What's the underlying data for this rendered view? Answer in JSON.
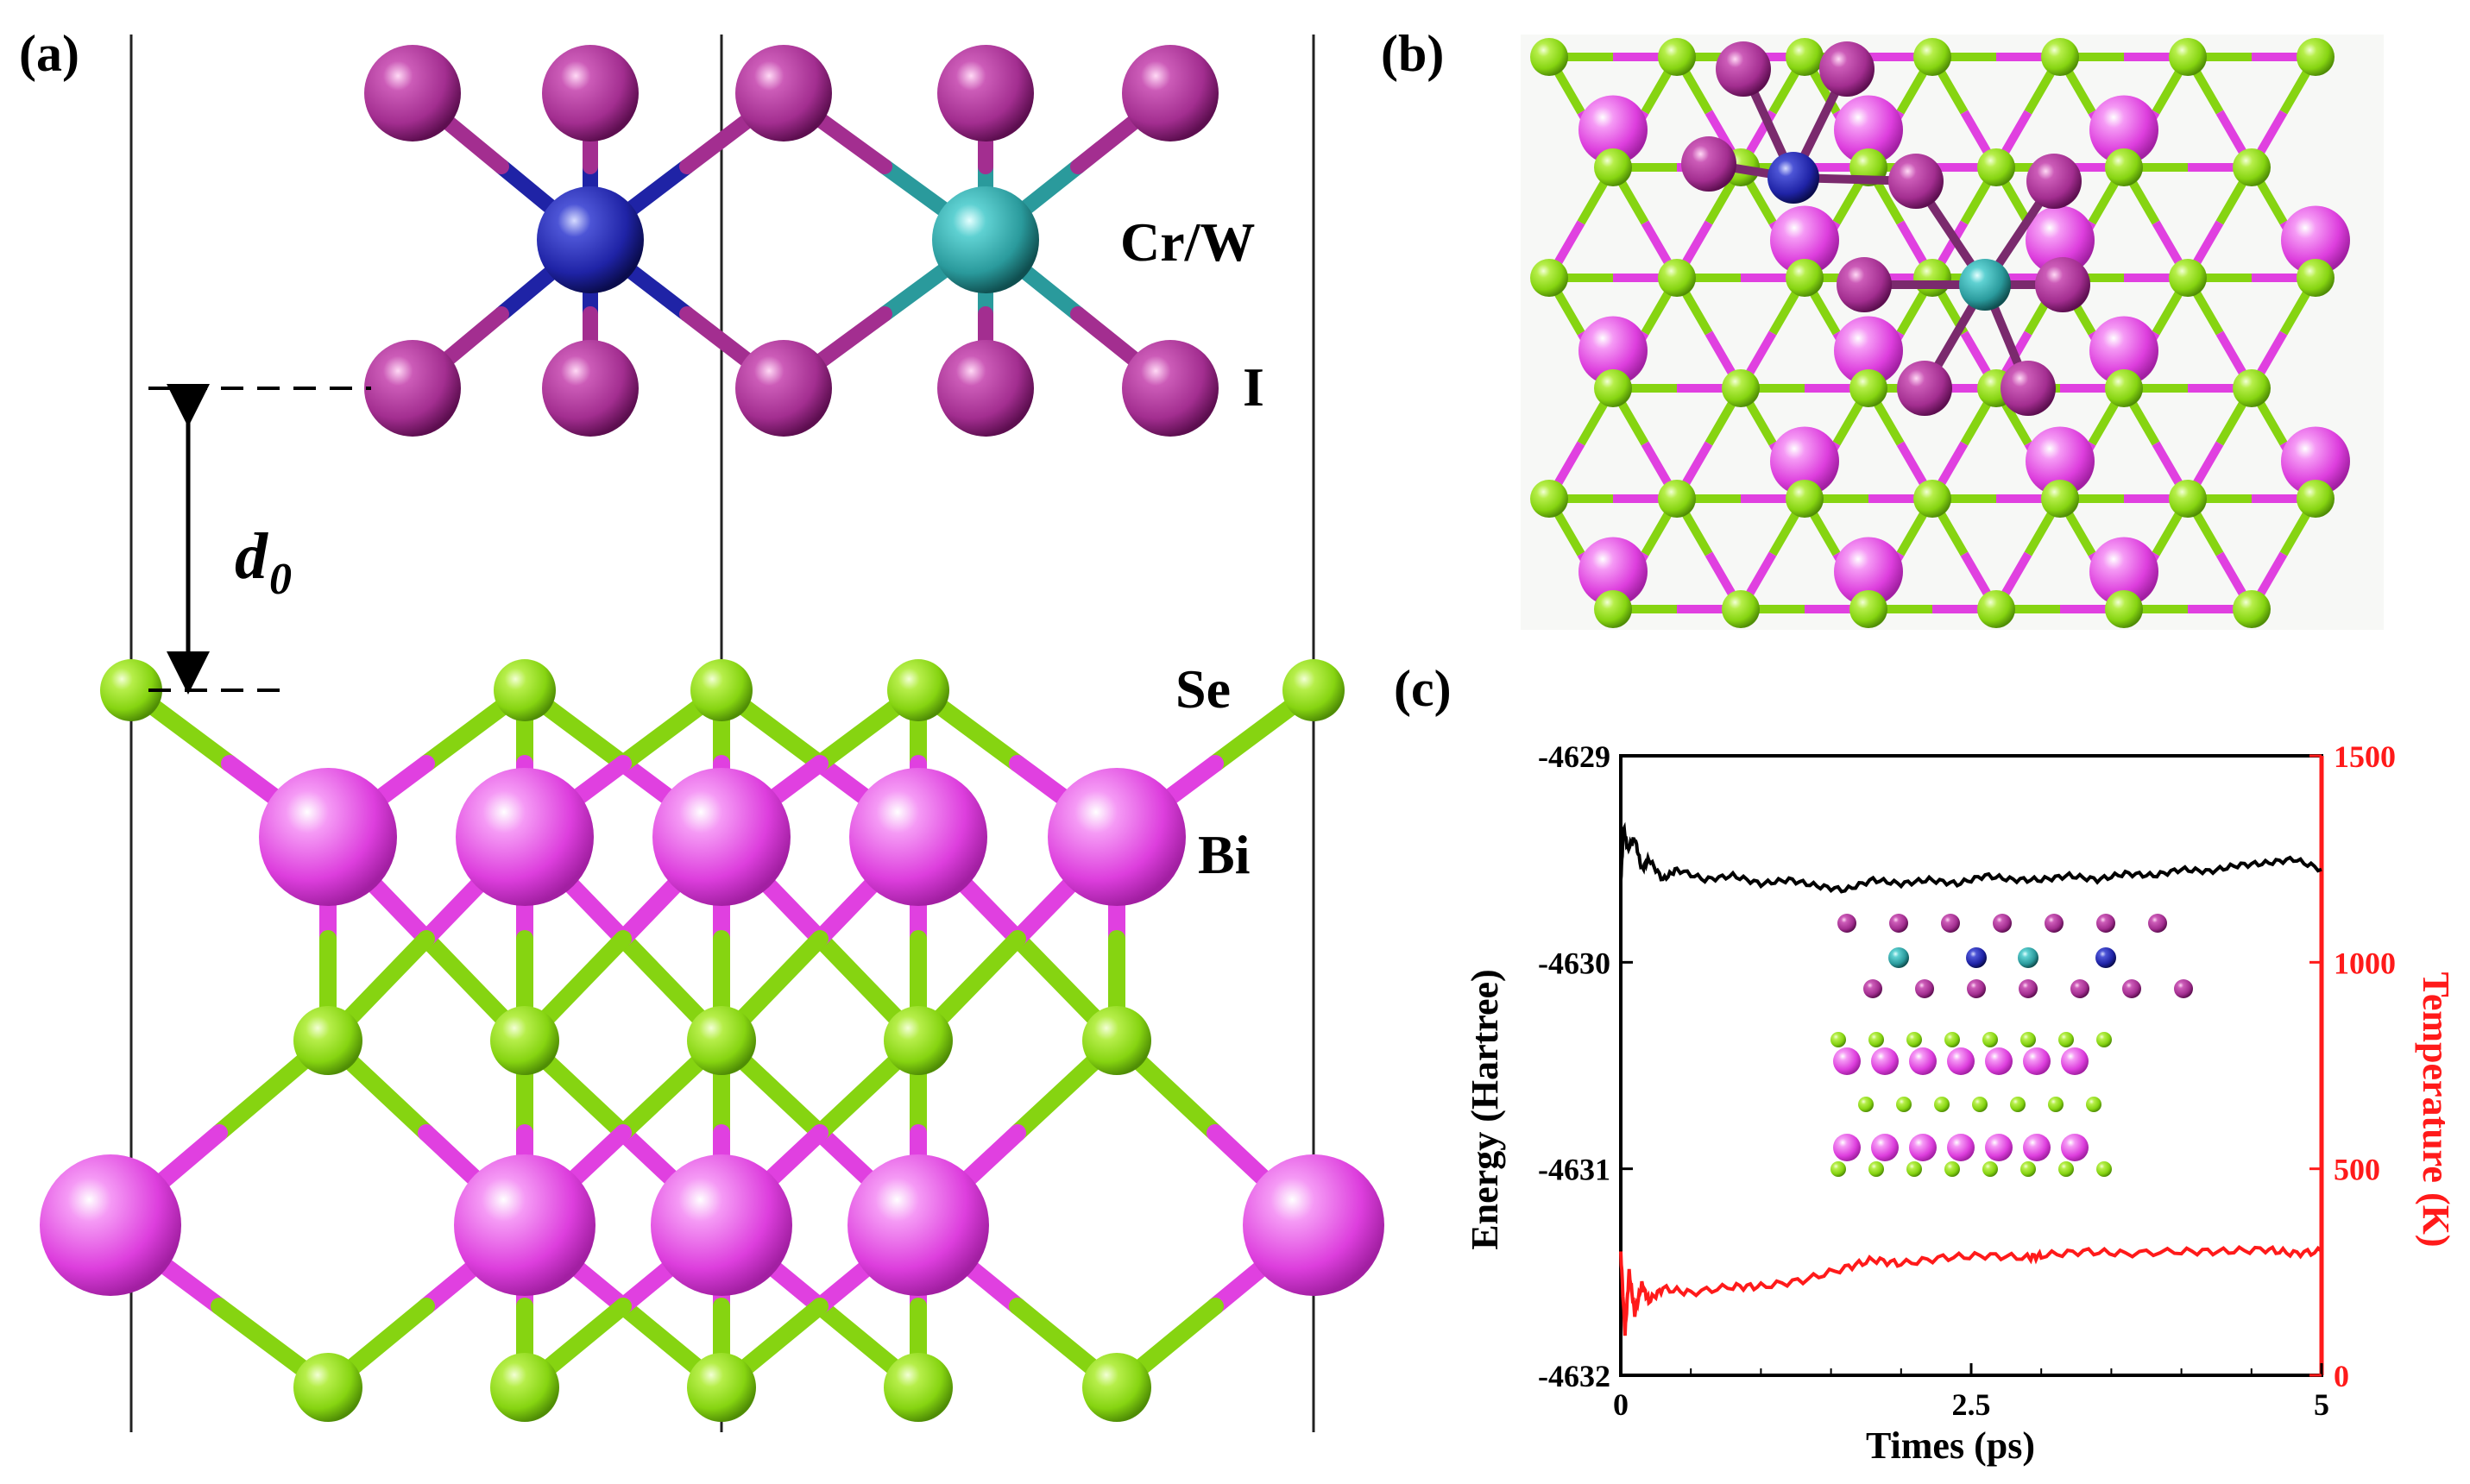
{
  "panels": {
    "a": {
      "label": "(a)",
      "atom_labels": {
        "crw": "Cr/W",
        "i": "I",
        "se": "Se",
        "bi": "Bi"
      },
      "distance_label": "d",
      "distance_subscript": "0"
    },
    "b": {
      "label": "(b)"
    },
    "c": {
      "label": "(c)"
    }
  },
  "colors": {
    "bi": "#e040e0",
    "se": "#86d411",
    "iodine": "#a32e90",
    "cr": "#1f23a6",
    "w": "#2a9a9c",
    "energy_line": "#000000",
    "temperature_line": "#ff1a1a"
  },
  "chart_data": {
    "type": "line",
    "xlabel": "Times (ps)",
    "ylabel": "Energy (Hartree)",
    "y2label": "Temperature (K)",
    "xlim": [
      0,
      5
    ],
    "ylim": [
      -4632,
      -4629
    ],
    "y2lim": [
      0,
      1500
    ],
    "xticks": [
      "0",
      "2.5",
      "5"
    ],
    "yticks": [
      "-4629",
      "-4630",
      "-4631",
      "-4632"
    ],
    "y2ticks": [
      "1500",
      "1000",
      "500",
      "0"
    ],
    "series": [
      {
        "name": "Energy",
        "axis": "left",
        "x": [
          0,
          0.02,
          0.05,
          0.1,
          0.15,
          0.2,
          0.3,
          0.4,
          0.6,
          0.8,
          1.0,
          1.2,
          1.4,
          1.6,
          1.8,
          2.0,
          2.2,
          2.4,
          2.6,
          2.8,
          3.0,
          3.2,
          3.4,
          3.6,
          3.8,
          4.0,
          4.2,
          4.4,
          4.6,
          4.8,
          5.0
        ],
        "values": [
          -4629.6,
          -4629.35,
          -4629.45,
          -4629.4,
          -4629.55,
          -4629.5,
          -4629.6,
          -4629.55,
          -4629.6,
          -4629.58,
          -4629.62,
          -4629.6,
          -4629.63,
          -4629.65,
          -4629.6,
          -4629.62,
          -4629.6,
          -4629.62,
          -4629.58,
          -4629.6,
          -4629.6,
          -4629.58,
          -4629.6,
          -4629.57,
          -4629.58,
          -4629.55,
          -4629.56,
          -4629.53,
          -4629.52,
          -4629.5,
          -4629.55
        ]
      },
      {
        "name": "Temperature",
        "axis": "right",
        "x": [
          0,
          0.03,
          0.06,
          0.1,
          0.15,
          0.2,
          0.3,
          0.5,
          0.8,
          1.0,
          1.3,
          1.6,
          1.8,
          2.0,
          2.3,
          2.6,
          2.9,
          3.0,
          3.3,
          3.6,
          4.0,
          4.3,
          4.6,
          4.8,
          5.0
        ],
        "values": [
          300,
          100,
          250,
          150,
          220,
          180,
          210,
          200,
          215,
          215,
          230,
          260,
          280,
          270,
          285,
          290,
          285,
          290,
          300,
          295,
          300,
          300,
          305,
          295,
          300
        ]
      }
    ]
  }
}
